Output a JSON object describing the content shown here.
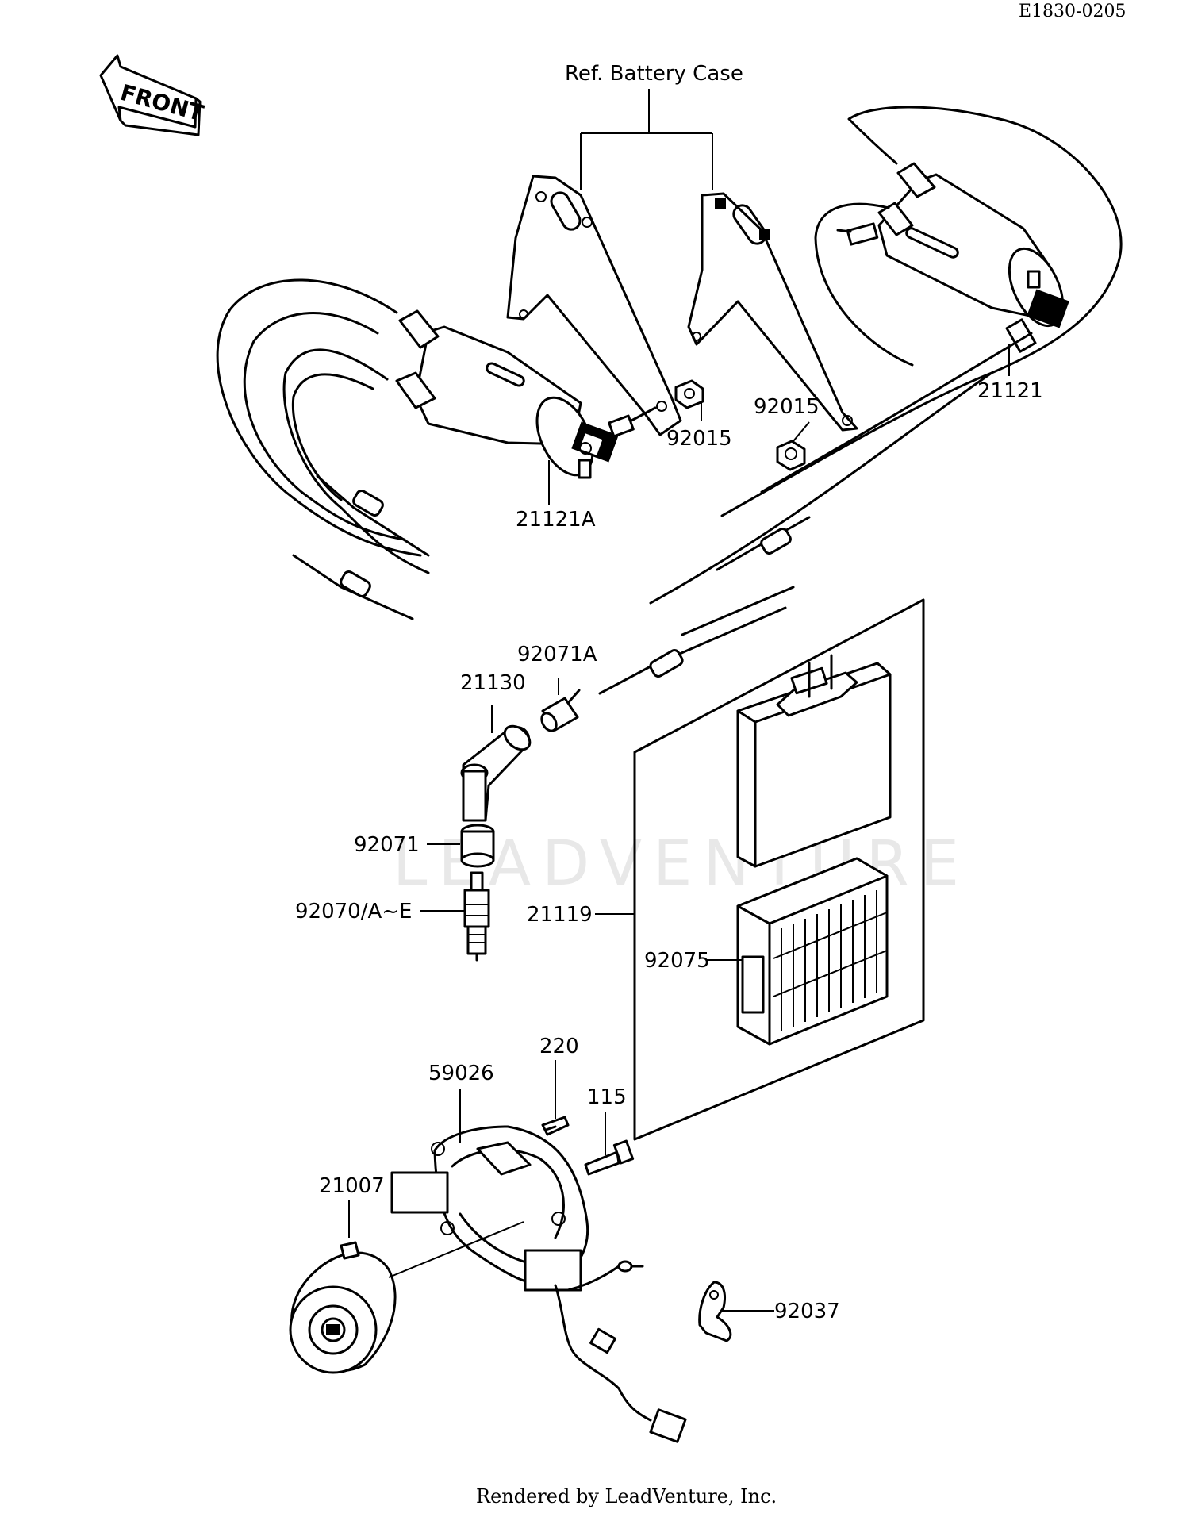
{
  "diagram": {
    "code": "E1830-0205",
    "front_label": "FRONT",
    "battery_case_label": "Ref. Battery Case",
    "watermark": "LEADVENTURE",
    "footer": "Rendered by LeadVenture, Inc.",
    "parts": {
      "p21121A": "21121A",
      "p92015_left": "92015",
      "p92015_right": "92015",
      "p21121": "21121",
      "p92071A": "92071A",
      "p21130": "21130",
      "p92071": "92071",
      "p92070": "92070/A~E",
      "p21119": "21119",
      "p92075": "92075",
      "p220": "220",
      "p59026": "59026",
      "p115": "115",
      "p21007": "21007",
      "p92037": "92037"
    }
  }
}
